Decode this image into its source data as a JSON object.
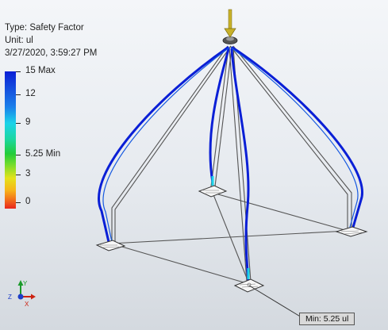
{
  "info": {
    "type": "Type: Safety Factor",
    "unit": "Unit: ul",
    "date": "3/27/2020, 3:59:27 PM"
  },
  "legend": {
    "max_label": "15 Max",
    "l12": "12",
    "l9": "9",
    "min_label": "5.25 Min",
    "l3": "3",
    "l0": "0",
    "colors": [
      "#0a1fd6",
      "#1bd3e9",
      "#23cc3a",
      "#e4e21b",
      "#f2691b",
      "#e8261d"
    ]
  },
  "probe": {
    "label": "Min: 5.25 ul"
  },
  "triad": {
    "x": "X",
    "y": "Y",
    "z": "Z"
  },
  "colors": {
    "mesh_blue": "#0a1fd6",
    "load_arrow": "#c8b12a",
    "frame": "#555555"
  }
}
